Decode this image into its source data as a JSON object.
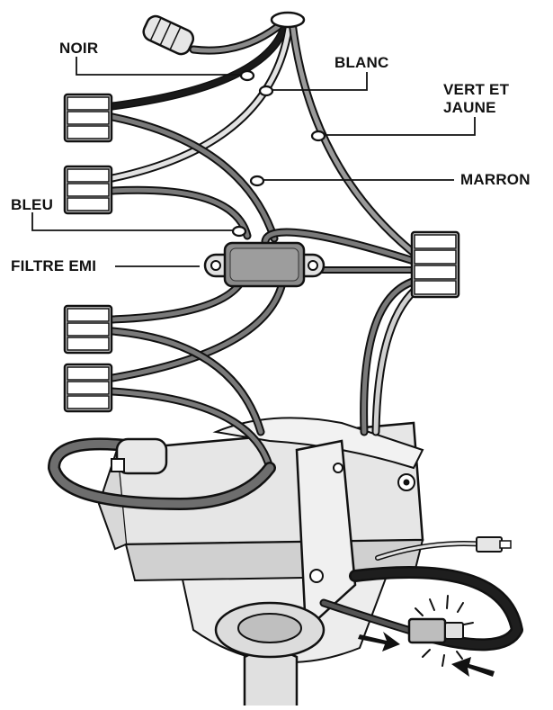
{
  "labels": {
    "noir": "NOIR",
    "blanc": "BLANC",
    "vert_line1": "VERT ET",
    "vert_line2": "JAUNE",
    "marron": "MARRON",
    "bleu": "BLEU",
    "filtre": "FILTRE EMI"
  },
  "colors": {
    "ink": "#111111",
    "wire_black": "#1a1a1a",
    "wire_grey": "#7a7a7a",
    "wire_light": "#d9d9d9",
    "connector_fill": "#9a9a9a",
    "housing_fill": "#e6e6e6",
    "background": "#ffffff"
  },
  "icons": [
    "wire-nut-icon",
    "lever-connector-icon",
    "emi-filter-icon",
    "arrow-icon",
    "spark-icon"
  ]
}
